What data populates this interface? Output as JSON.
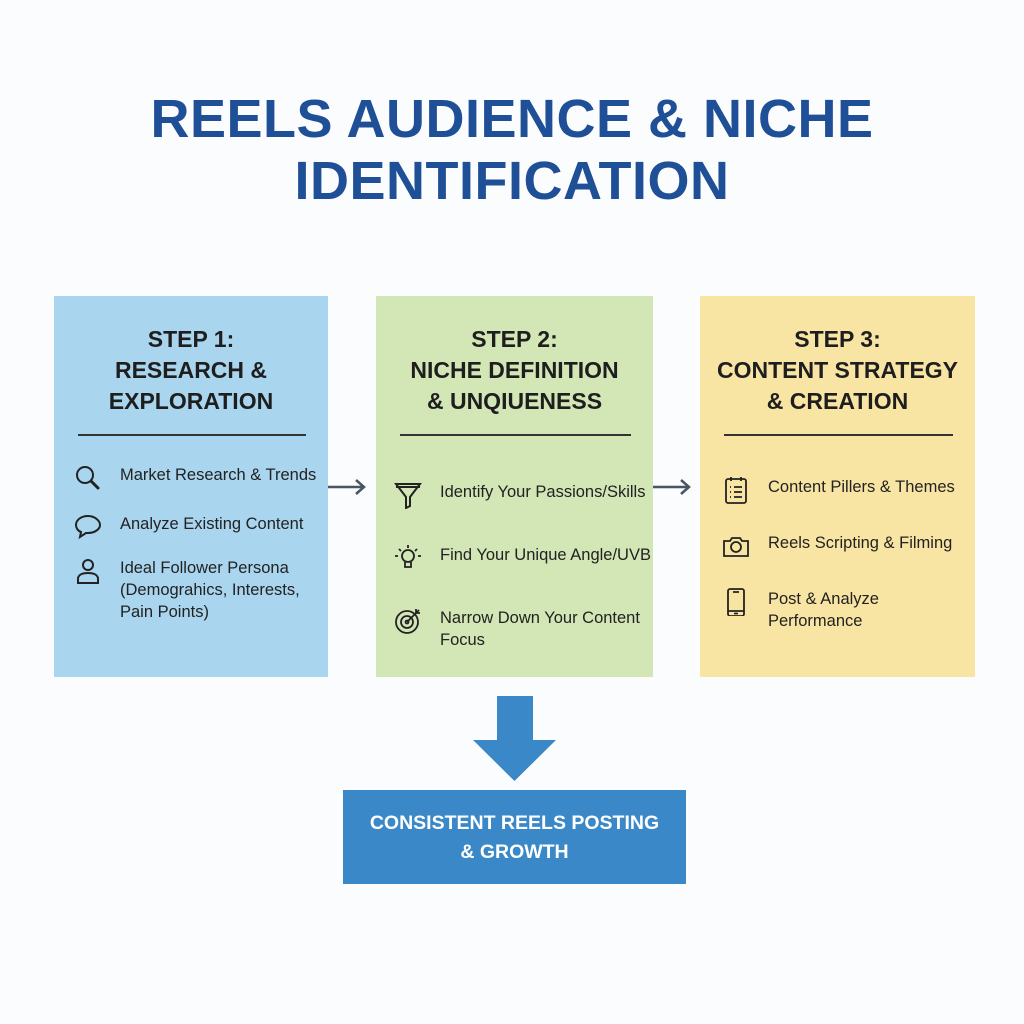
{
  "title": "REELS AUDIENCE & NICHE IDENTIFICATION",
  "steps": [
    {
      "heading": [
        "STEP 1:",
        "RESEARCH &",
        "EXPLORATION"
      ],
      "color": "#a9d5ee",
      "items": [
        {
          "icon": "search-icon",
          "text": "Market Research & Trends"
        },
        {
          "icon": "speech-bubble-icon",
          "text": "Analyze Existing Content"
        },
        {
          "icon": "person-icon",
          "text": "Ideal Follower Persona (Demograhics, Interests, Pain Points)"
        }
      ]
    },
    {
      "heading": [
        "STEP 2:",
        "NICHE DEFINITION",
        "& UNQIUENESS"
      ],
      "color": "#d3e6b6",
      "items": [
        {
          "icon": "funnel-icon",
          "text": "Identify Your Passions/Skills"
        },
        {
          "icon": "lightbulb-icon",
          "text": "Find Your Unique Angle/UVB"
        },
        {
          "icon": "target-icon",
          "text": "Narrow Down Your Content Focus"
        }
      ]
    },
    {
      "heading": [
        "STEP 3:",
        "CONTENT STRATEGY",
        "& CREATION"
      ],
      "color": "#f9e5a3",
      "items": [
        {
          "icon": "clipboard-list-icon",
          "text": "Content Pillers & Themes"
        },
        {
          "icon": "camera-icon",
          "text": "Reels Scripting & Filming"
        },
        {
          "icon": "smartphone-icon",
          "text": "Post & Analyze Performance"
        }
      ]
    }
  ],
  "outcome": "CONSISTENT REELS POSTING & GROWTH",
  "colors": {
    "title": "#1f4f96",
    "outcome": "#3a88c8"
  }
}
